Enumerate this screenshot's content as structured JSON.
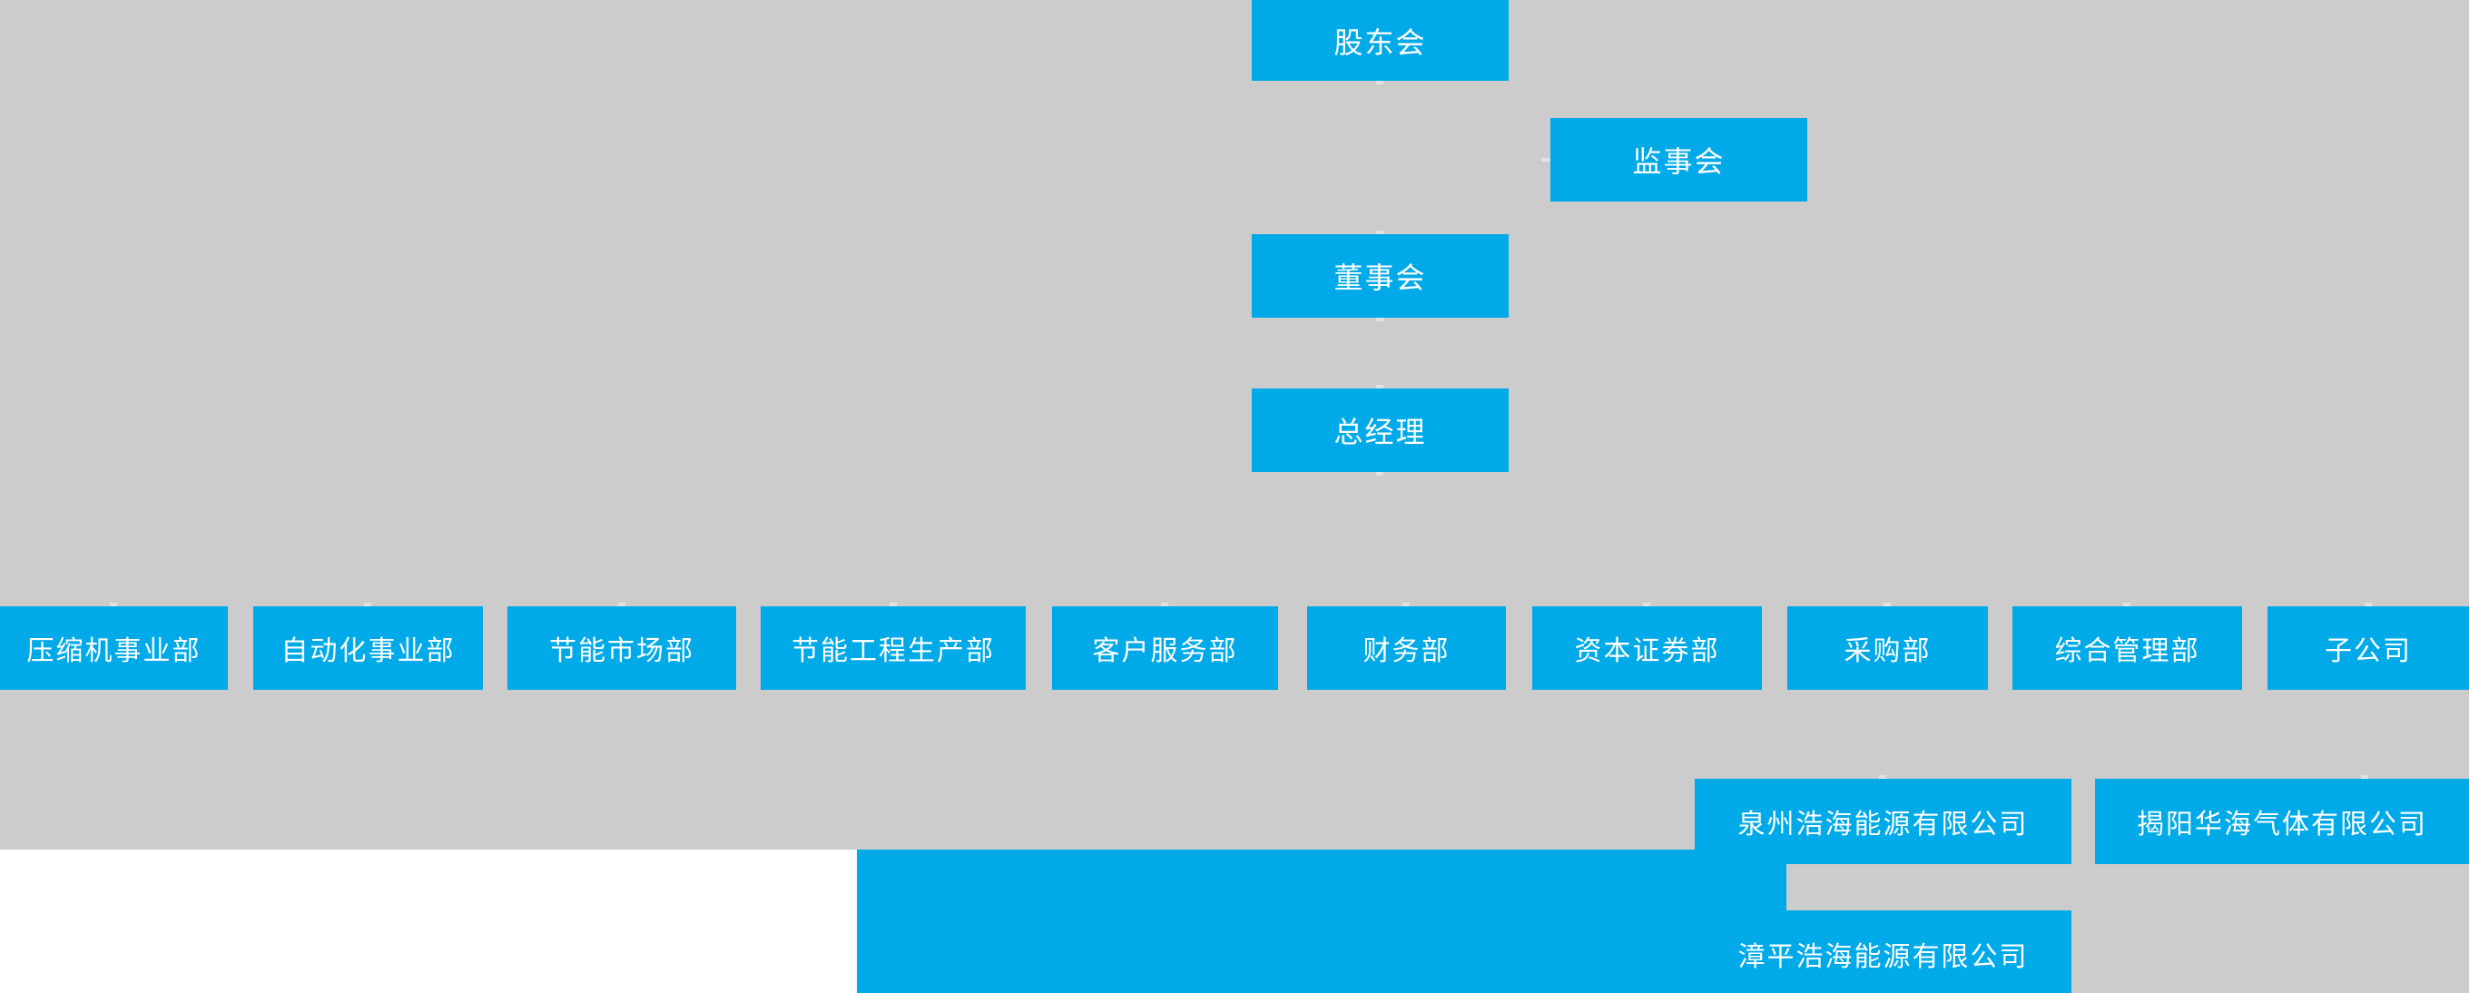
{
  "org_chart": {
    "governance": {
      "shareholders_meeting": "股东会",
      "supervisory_board": "监事会",
      "board_of_directors": "董事会",
      "general_manager": "总经理"
    },
    "departments": [
      "压缩机事业部",
      "自动化事业部",
      "节能市场部",
      "节能工程生产部",
      "客户服务部",
      "财务部",
      "资本证券部",
      "采购部",
      "综合管理部",
      "子公司"
    ],
    "subsidiaries": [
      "泉州浩海能源有限公司",
      "揭阳华海气体有限公司",
      "漳平浩海能源有限公司"
    ],
    "colors": {
      "node_blue": "#00a9e8",
      "canvas_gray": "#cccccc",
      "node_text": "#ffffff",
      "page_background": "#ffffff"
    }
  }
}
